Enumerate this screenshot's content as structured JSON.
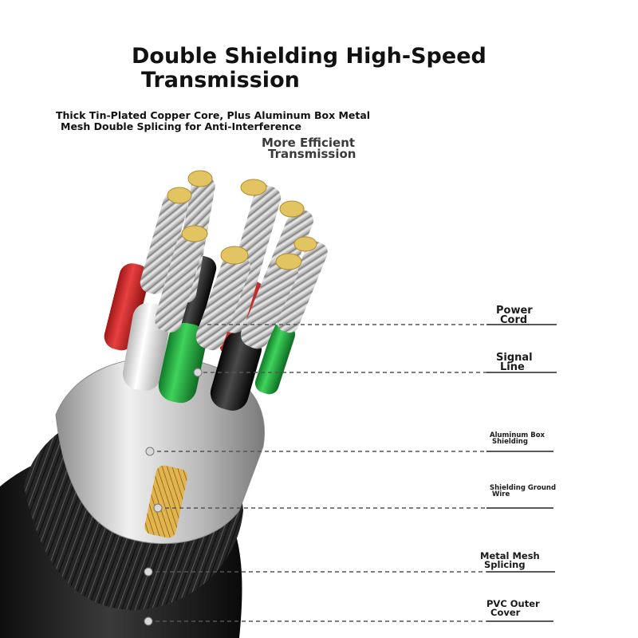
{
  "header": {
    "title_line1": "Double Shielding High-Speed",
    "title_line2": "Transmission",
    "subtitle_line1": "Thick Tin-Plated Copper Core, Plus Aluminum Box Metal",
    "subtitle_line2": "Mesh Double Splicing for Anti-Interference",
    "tagline_line1": "More Efficient",
    "tagline_line2": "Transmission"
  },
  "callouts": [
    {
      "line1": "Power",
      "line2": "Cord"
    },
    {
      "line1": "Signal",
      "line2": "Line"
    },
    {
      "line1": "Aluminum Box",
      "line2": "Shielding"
    },
    {
      "line1": "Shielding Ground",
      "line2": "Wire"
    },
    {
      "line1": "Metal Mesh",
      "line2": "Splicing"
    },
    {
      "line1": "PVC Outer",
      "line2": "Cover"
    }
  ],
  "colors": {
    "jacket": "#1b1b1b",
    "braid": "#2c2c2c",
    "foil": "#c9c9c9",
    "red_insulation": "#d22a2a",
    "green_insulation": "#1eaa3a",
    "white_insulation": "#e8e8e8",
    "black_insulation": "#141414",
    "conductor": "#bfbfbf",
    "tin_tip": "#e3c463",
    "ground_wire": "#d3a43c",
    "callout_line": "#555555"
  }
}
